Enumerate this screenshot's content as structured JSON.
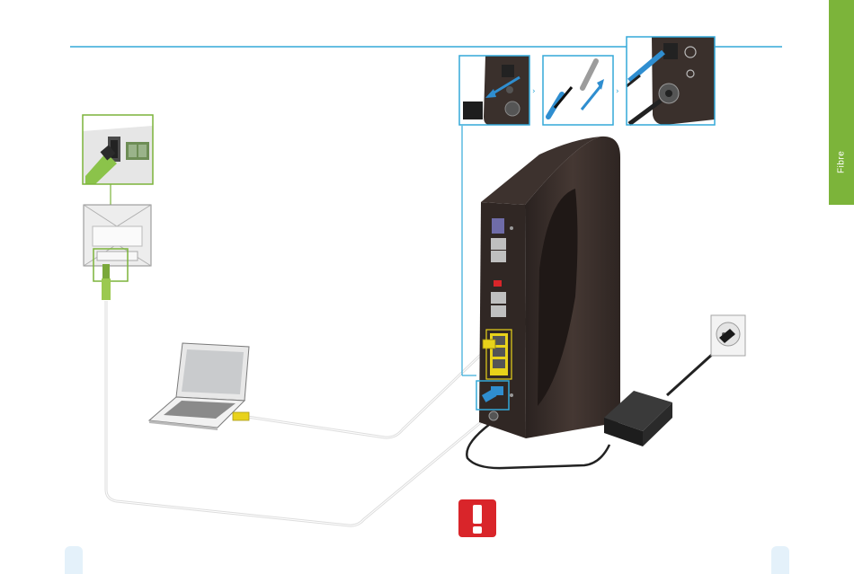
{
  "side_tab": {
    "label": "Fibre",
    "color": "#7cb43a"
  },
  "colors": {
    "accent_line": "#33a9d9",
    "frame_green": "#7cb43a",
    "frame_blue": "#33a9d9",
    "router_body": "#3a302c",
    "ethernet_yellow": "#e8d21a",
    "fibre_blue": "#2f8ed0",
    "warning_red": "#d9252a",
    "page_tab": "#e4f1fa"
  },
  "icons": [
    "fibre-wall-outlet",
    "fibre-outlet-closeup",
    "laptop",
    "router",
    "power-adapter",
    "wall-power-socket",
    "warning-icon"
  ]
}
